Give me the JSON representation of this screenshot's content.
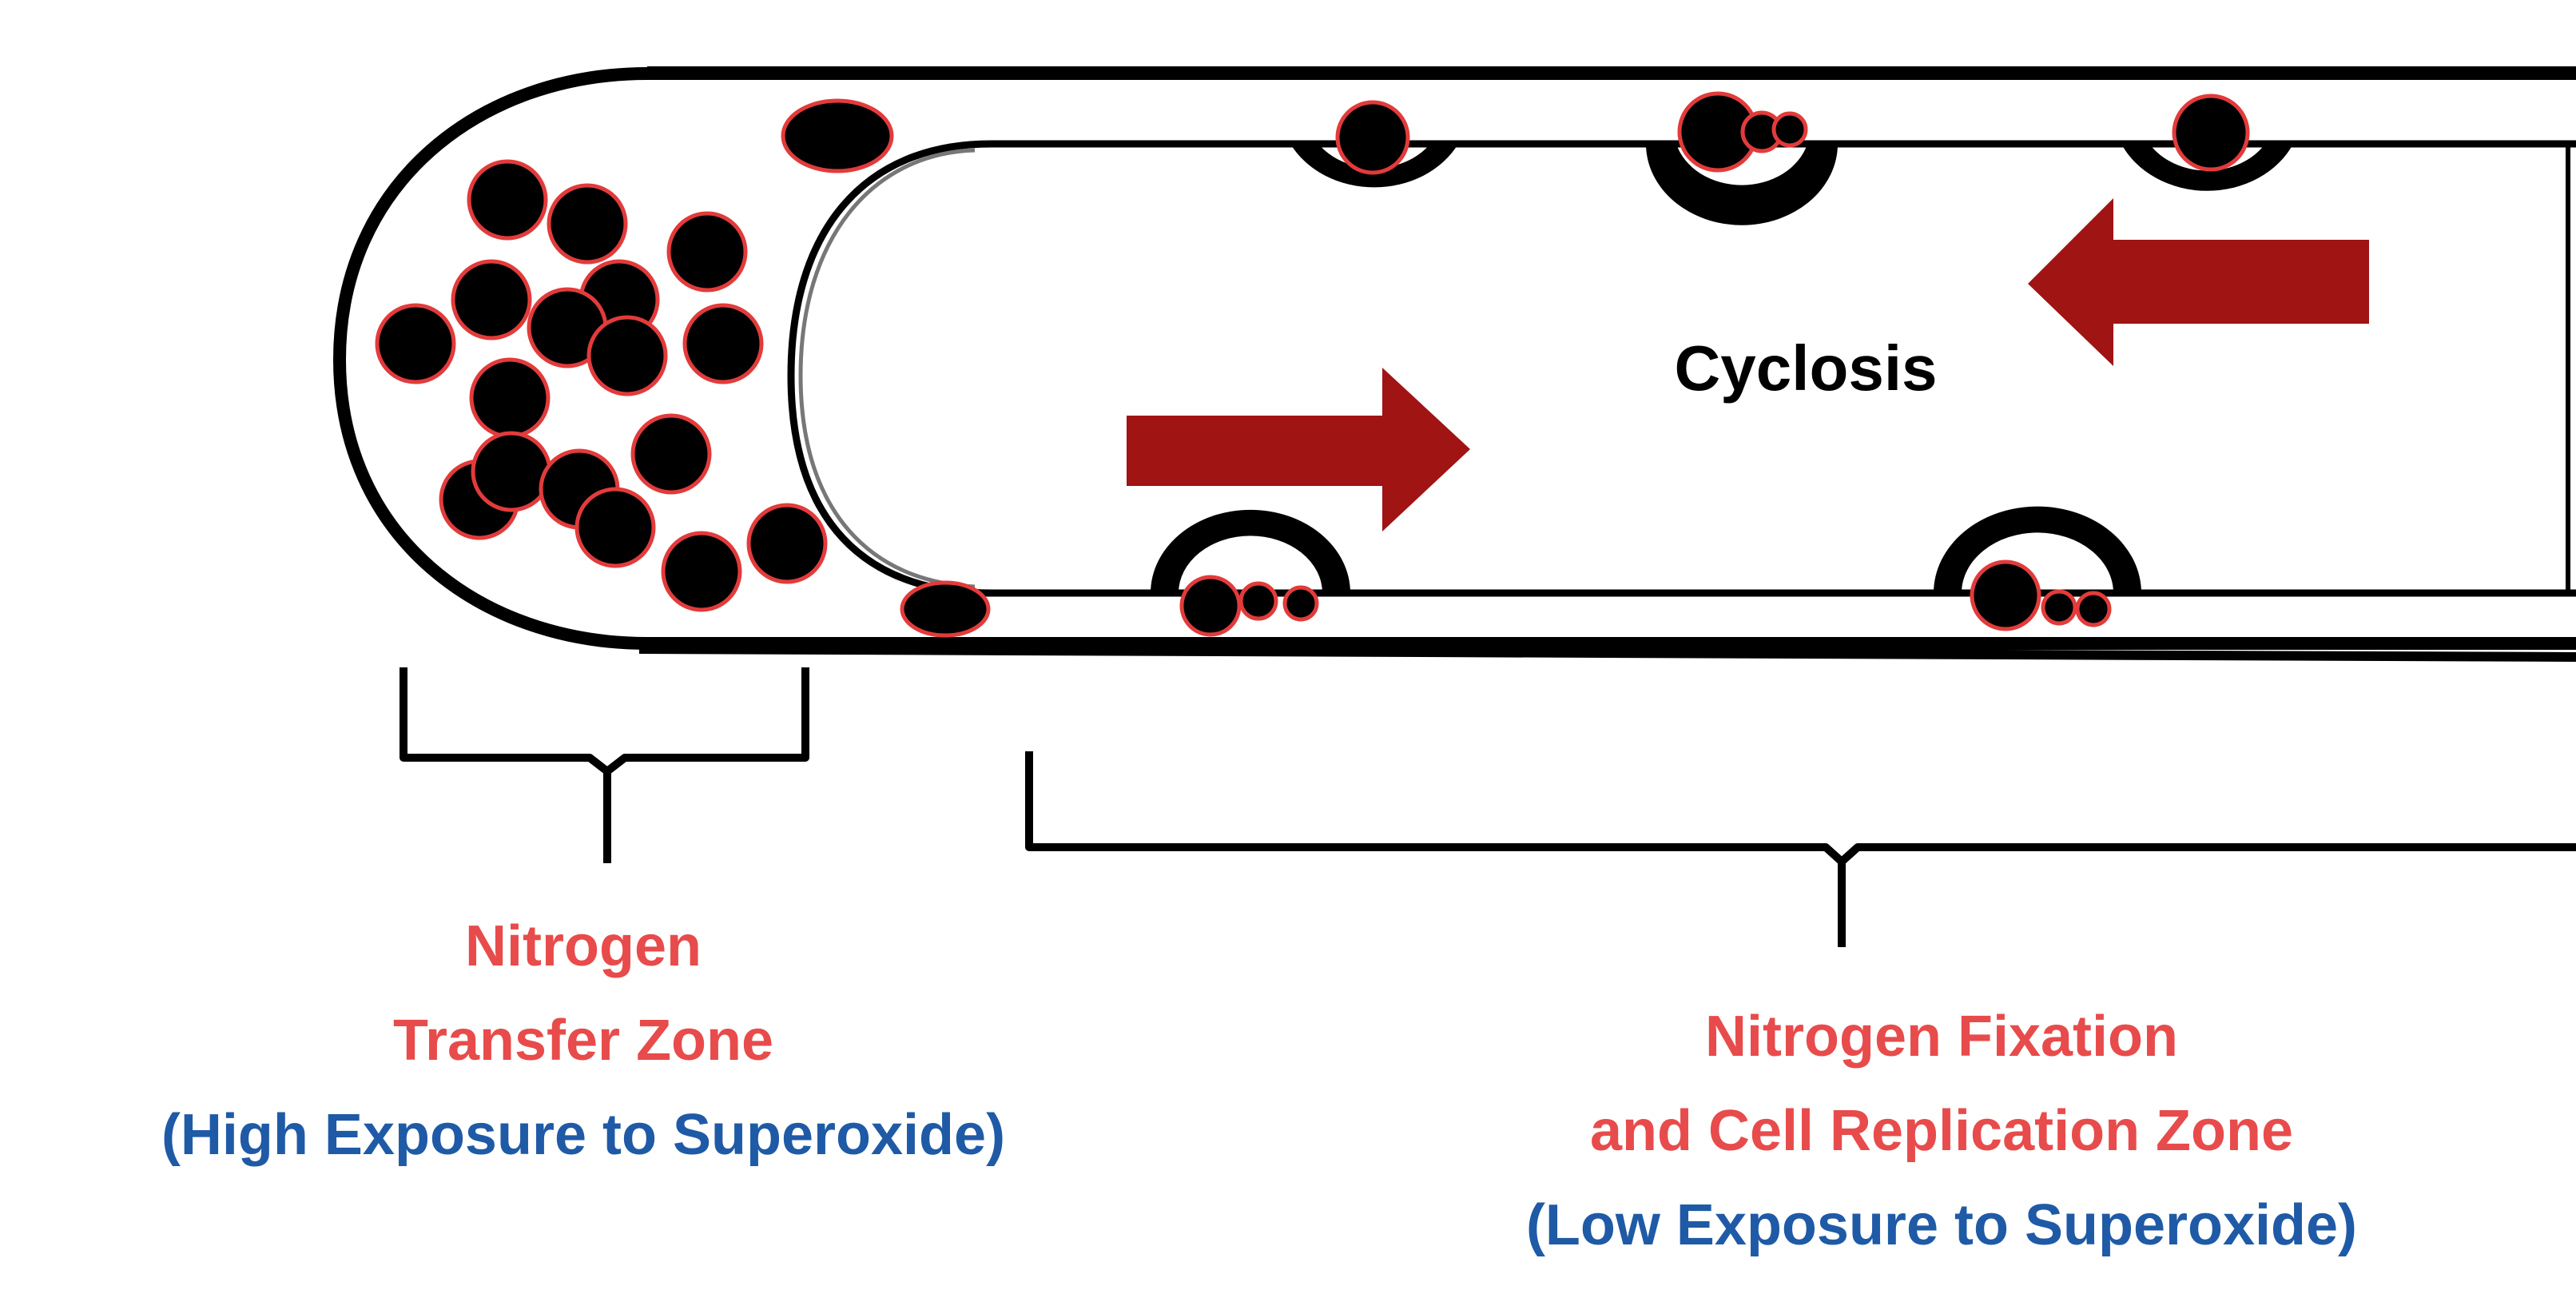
{
  "diagram": {
    "center_label": "Cyclosis",
    "zones": {
      "transfer": {
        "title_line1": "Nitrogen",
        "title_line2": "Transfer Zone",
        "subtitle": "(High Exposure to Superoxide)"
      },
      "fixation": {
        "title_line1": "Nitrogen Fixation",
        "title_line2": "and Cell Replication Zone",
        "subtitle": "(Low Exposure to Superoxide)"
      }
    },
    "colors": {
      "title": "#e84b4b",
      "subtitle": "#1f5aa6",
      "arrow": "#a01414",
      "cell_fill": "#000000",
      "cell_outline": "#e23b3b",
      "membrane": "#000000"
    }
  }
}
